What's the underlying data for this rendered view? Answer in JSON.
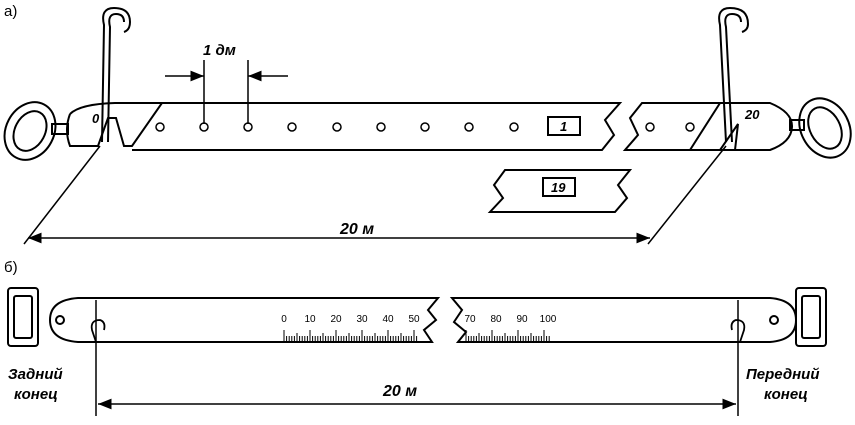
{
  "panels": {
    "a": {
      "label": "а)"
    },
    "b": {
      "label": "б)"
    }
  },
  "tape_a": {
    "decimeter_label": "1 дм",
    "start_mark": "0",
    "end_mark": "20",
    "plate_1": "1",
    "plate_19": "19",
    "length_label": "20 м"
  },
  "tape_b": {
    "scale_left": [
      "0",
      "10",
      "20",
      "30",
      "40",
      "50"
    ],
    "scale_right": [
      "70",
      "80",
      "90",
      "100"
    ],
    "length_label": "20 м",
    "rear_end": [
      "Задний",
      "конец"
    ],
    "front_end": [
      "Передний",
      "конец"
    ]
  }
}
